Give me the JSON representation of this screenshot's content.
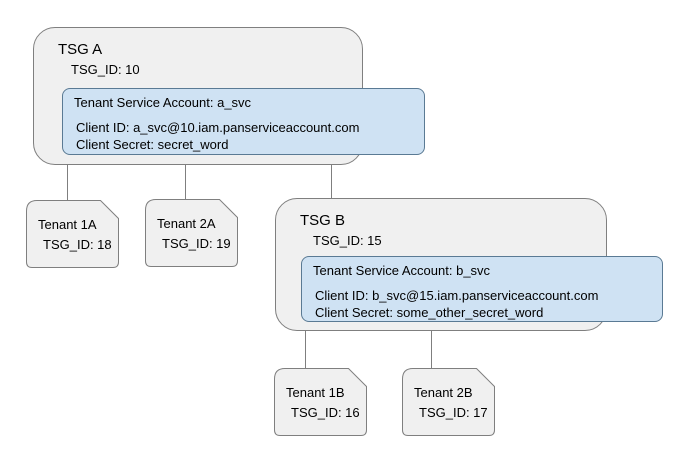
{
  "diagram": {
    "colors": {
      "node_fill": "#f0f0f0",
      "node_border": "#7f7f7f",
      "account_fill": "#cfe2f3",
      "account_border": "#5a7a94"
    },
    "tsg_groups": [
      {
        "name": "TSG A",
        "tsg_id_label": "TSG_ID: 10",
        "service_account": {
          "title": "Tenant Service Account: a_svc",
          "client_id": "Client ID: a_svc@10.iam.panserviceaccount.com",
          "client_secret": "Client Secret: secret_word"
        },
        "tenants": [
          {
            "name": "Tenant 1A",
            "tsg_id_label": "TSG_ID: 18"
          },
          {
            "name": "Tenant 2A",
            "tsg_id_label": "TSG_ID: 19"
          }
        ]
      },
      {
        "name": "TSG B",
        "tsg_id_label": "TSG_ID: 15",
        "service_account": {
          "title": "Tenant Service Account: b_svc",
          "client_id": "Client ID: b_svc@15.iam.panserviceaccount.com",
          "client_secret": "Client Secret: some_other_secret_word"
        },
        "tenants": [
          {
            "name": "Tenant 1B",
            "tsg_id_label": "TSG_ID: 16"
          },
          {
            "name": "Tenant 2B",
            "tsg_id_label": "TSG_ID: 17"
          }
        ]
      }
    ]
  }
}
